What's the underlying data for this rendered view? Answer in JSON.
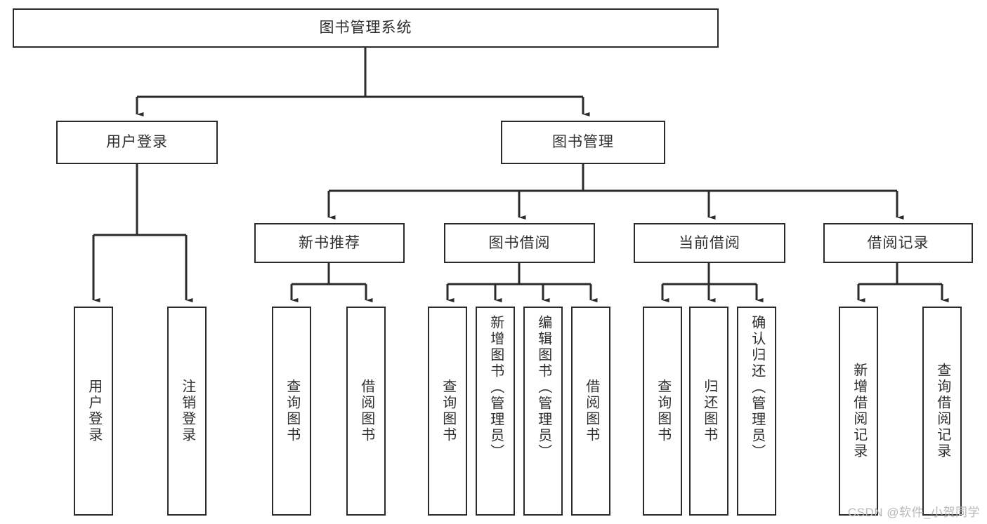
{
  "diagram": {
    "title": "图书管理系统",
    "type": "tree-hierarchy",
    "watermark": "CSDN @软件_小贺同学",
    "colors": {
      "stroke": "#2b2b2b",
      "fill": "#ffffff",
      "text": "#2e2e2e",
      "watermark": "#b8b8b8"
    },
    "root": {
      "label": "图书管理系统"
    },
    "level2": [
      {
        "label": "用户登录"
      },
      {
        "label": "图书管理"
      }
    ],
    "level3": [
      {
        "label": "新书推荐"
      },
      {
        "label": "图书借阅"
      },
      {
        "label": "当前借阅"
      },
      {
        "label": "借阅记录"
      }
    ],
    "leaves": {
      "user_login": [
        {
          "label": "用户登录"
        },
        {
          "label": "注销登录"
        }
      ],
      "new_book": [
        {
          "label": "查询图书"
        },
        {
          "label": "借阅图书"
        }
      ],
      "book_borrow": [
        {
          "label": "查询图书"
        },
        {
          "label": "新增图书（管理员）"
        },
        {
          "label": "编辑图书（管理员）"
        },
        {
          "label": "借阅图书"
        }
      ],
      "current_borrow": [
        {
          "label": "查询图书"
        },
        {
          "label": "归还图书"
        },
        {
          "label": "确认归还（管理员）"
        }
      ],
      "borrow_record": [
        {
          "label": "新增借阅记录"
        },
        {
          "label": "查询借阅记录"
        }
      ]
    }
  }
}
